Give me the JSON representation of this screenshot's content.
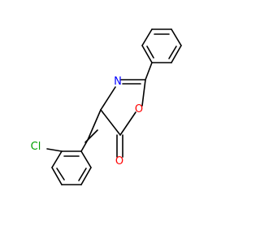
{
  "colors": {
    "carbon_bond": "#000000",
    "nitrogen": "#0000ff",
    "oxygen": "#ff0000",
    "chlorine": "#00a000",
    "background": "#ffffff"
  },
  "atom_labels": {
    "nitrogen": "N",
    "ring_oxygen": "O",
    "carbonyl_oxygen": "O",
    "chlorine": "Cl"
  }
}
